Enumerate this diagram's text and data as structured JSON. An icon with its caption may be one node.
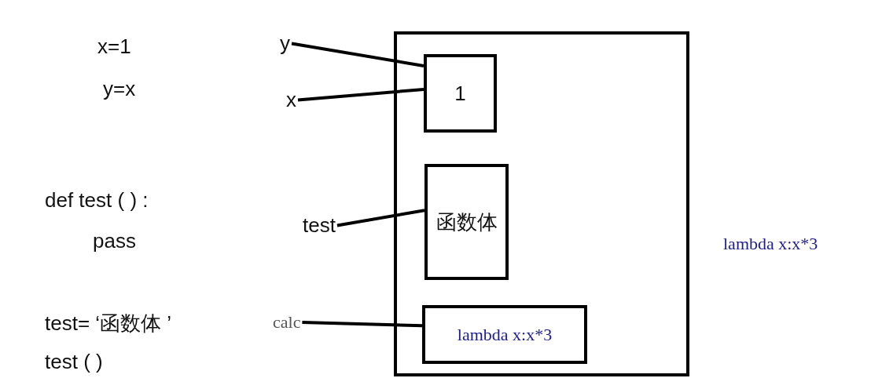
{
  "diagram": {
    "nodes": [
      {
        "text": [],
        "shape": "box"
      },
      {
        "text": [
          "1"
        ],
        "in": 0
      },
      {
        "text": [
          "函数体"
        ],
        "in": 0
      },
      {
        "text": [
          "lambda x:x*3"
        ],
        "in": 0
      },
      {
        "text": [
          "y"
        ]
      },
      {
        "text": [
          "x"
        ]
      },
      {
        "text": [
          "test"
        ]
      },
      {
        "text": [
          "calc"
        ]
      }
    ],
    "edges": [
      {
        "from": 4,
        "to": 1,
        "arrow": "none"
      },
      {
        "from": 5,
        "to": 1,
        "arrow": "none"
      },
      {
        "from": 6,
        "to": 2,
        "arrow": "none"
      },
      {
        "from": 7,
        "to": 3,
        "arrow": "none"
      }
    ],
    "labels": [
      "x=1",
      "y=x",
      "def test ( ) :",
      "pass",
      "test= ‘函数体 ’",
      "test ( )",
      "lambda x:x*3"
    ]
  }
}
